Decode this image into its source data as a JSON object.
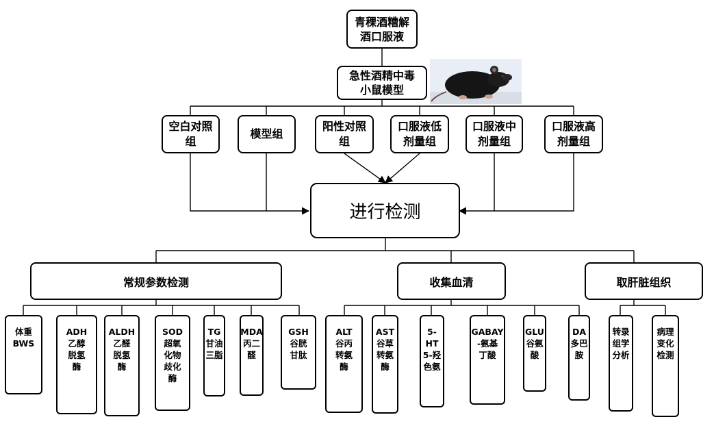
{
  "top": {
    "barley_liquid": "青稞酒糟解\n酒口服液",
    "model": "急性酒精中毒\n小鼠模型"
  },
  "groups": [
    "空白对照\n组",
    "模型组",
    "阳性对照\n组",
    "口服液低\n剂量组",
    "口服液中\n剂量组",
    "口服液高\n剂量组"
  ],
  "detect": "进行检测",
  "categories": [
    "常规参数检测",
    "收集血清",
    "取肝脏组织"
  ],
  "leaves": [
    "体重\nBWS",
    "ADH\n乙醇\n脱氢\n酶",
    "ALDH\n乙醛\n脱氢\n酶",
    "SOD\n超氧\n化物\n歧化\n酶",
    "TG\n甘油\n三脂",
    "MDA\n丙二\n醛",
    "GSH\n谷胱\n甘肽",
    "ALT\n谷丙\n转氨\n酶",
    "AST\n谷草\n转氨\n酶",
    "5-HT\n5-羟\n色氨",
    "GABAY\n-氨基\n丁酸",
    "GLU\n谷氨\n酸",
    "DA\n多巴\n胺",
    "转录\n组学\n分析",
    "病理\n变化\n检测"
  ],
  "image": {
    "subject": "black mouse photo",
    "background": "#e9eef6"
  }
}
